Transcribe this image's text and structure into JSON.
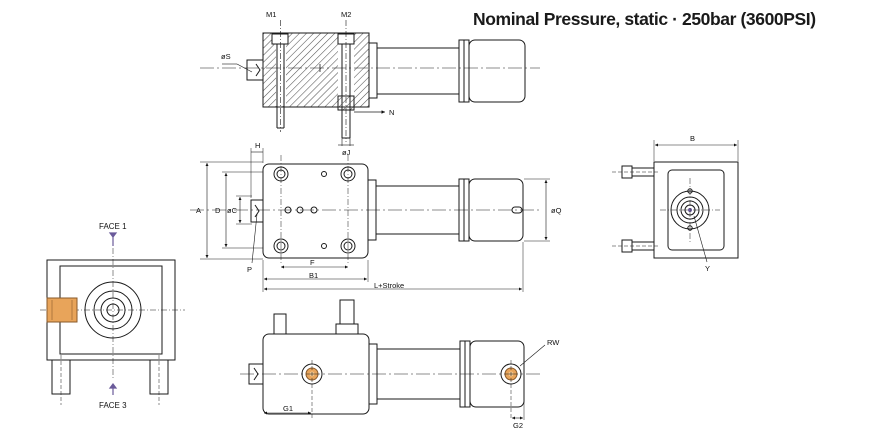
{
  "title": "Nominal Pressure, static · 250bar (3600PSI)",
  "labels": {
    "m1": "M1",
    "m2": "M2",
    "os": "øS",
    "n": "N",
    "oj": "øJ",
    "h": "H",
    "a": "A",
    "d": "D",
    "oc": "øC",
    "p": "P",
    "f": "F",
    "b1": "B1",
    "l_stroke": "L+Stroke",
    "oq": "øQ",
    "b": "B",
    "y": "Y",
    "face1": "FACE 1",
    "face3": "FACE 3",
    "rw": "RW",
    "g1": "G1",
    "g2": "G2"
  },
  "colors": {
    "line": "#1a1a1a",
    "hatch": "#555555",
    "port_orange": "#e8a45a",
    "port_orange_light": "#f5c88e",
    "arrow_purple": "#6a5a9a",
    "body_fill": "#ffffff"
  }
}
